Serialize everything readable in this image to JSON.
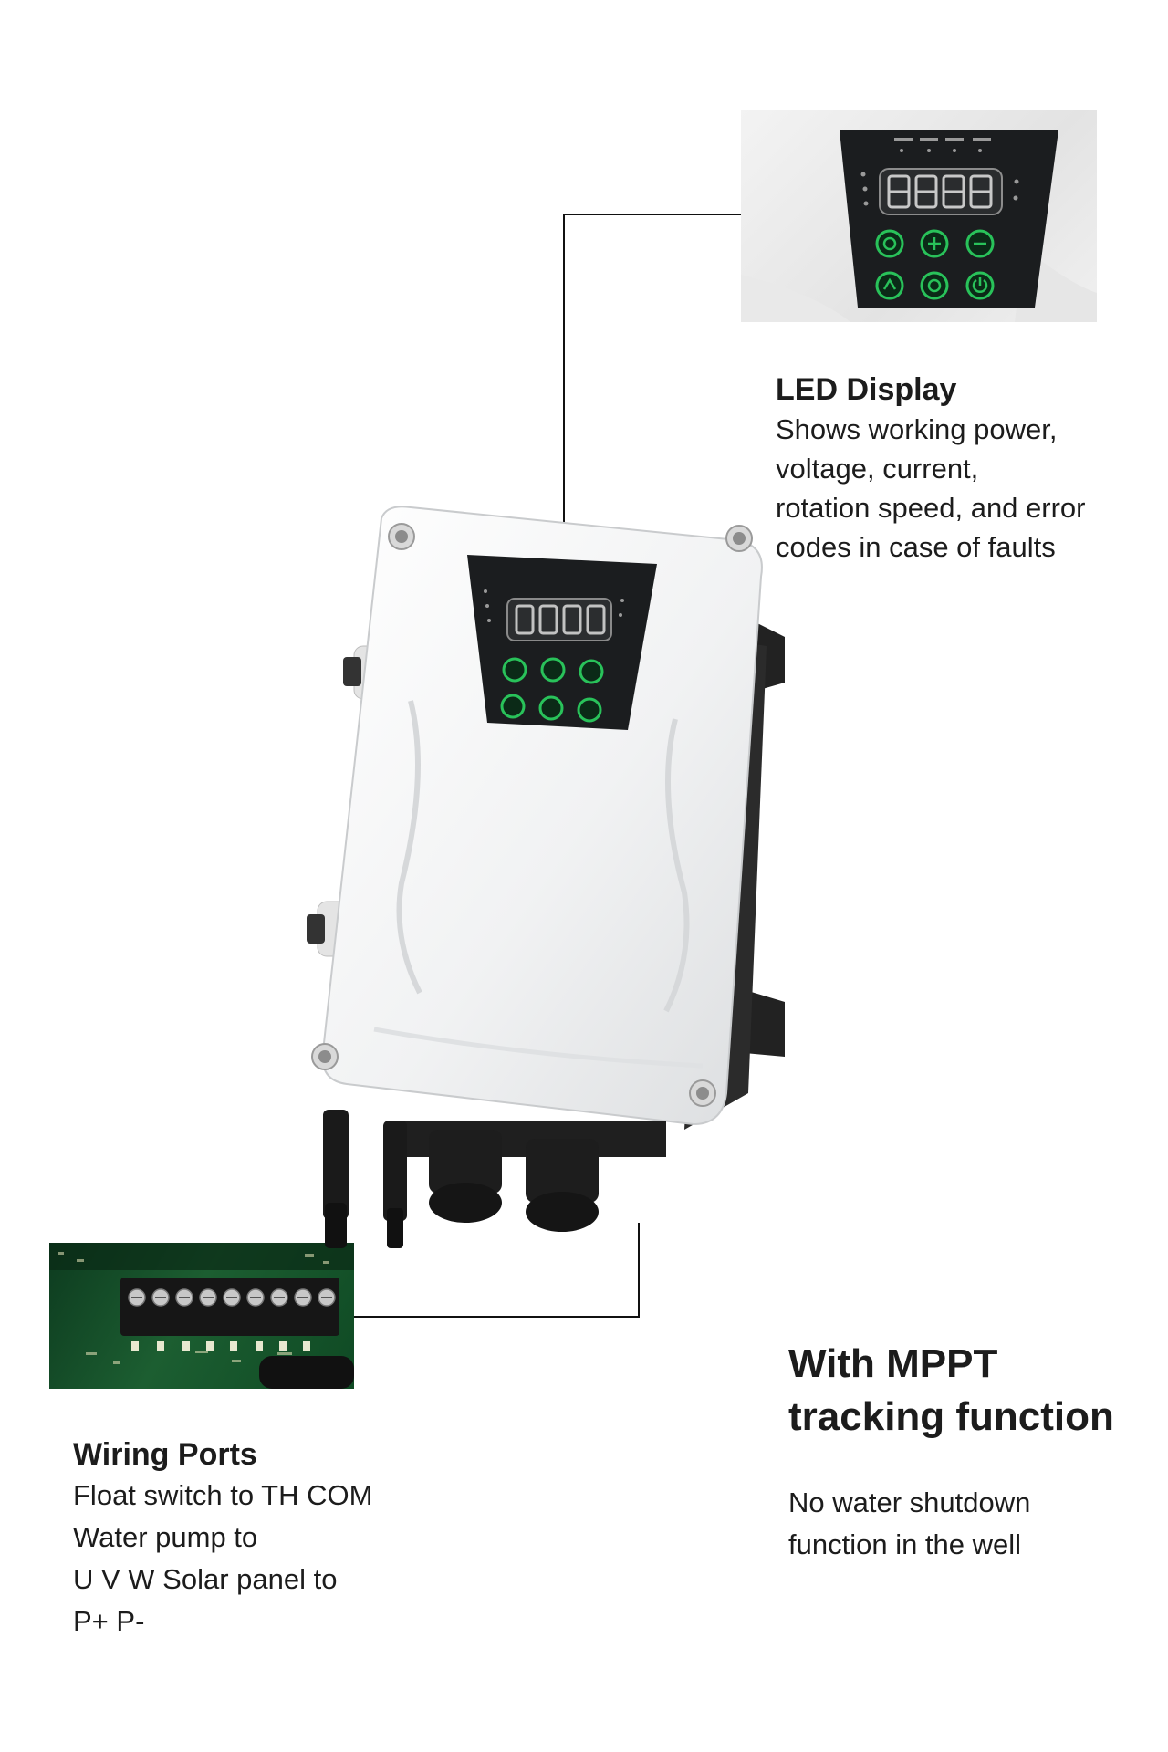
{
  "callouts": {
    "led_display": {
      "title": "LED Display",
      "lines": [
        "Shows working power,",
        "voltage, current,",
        "rotation speed, and error",
        "codes in case of faults"
      ]
    },
    "wiring_ports": {
      "title": "Wiring Ports",
      "lines": [
        "Float switch to TH COM",
        "Water pump to",
        "U V W Solar panel to",
        "P+ P-"
      ]
    },
    "mppt": {
      "title_lines": [
        "With MPPT",
        "tracking function"
      ],
      "lines": [
        "No water shutdown",
        "function in the well"
      ]
    }
  },
  "display": {
    "readout": "8888"
  },
  "colors": {
    "enclosure": "#f4f5f6",
    "panel": "#1b1d1f",
    "button_accent": "#29c25a",
    "leader_line": "#111111"
  },
  "icons": [
    "display-inset-photo",
    "wiring-inset-photo",
    "controller-enclosure"
  ]
}
